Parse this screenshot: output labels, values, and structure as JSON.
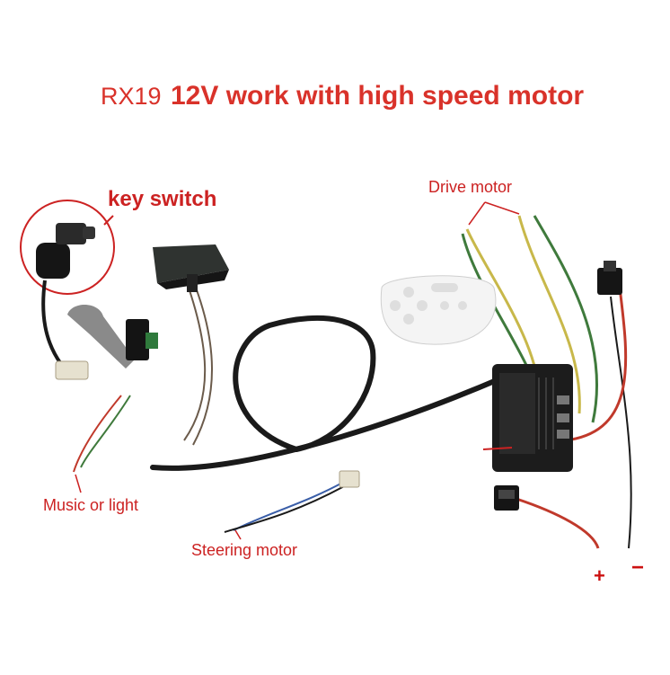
{
  "title": {
    "model": "RX19",
    "description": "12V work with high speed  motor"
  },
  "labels": {
    "key_switch": "key switch",
    "drive_motor": "Drive motor",
    "music_or_light": "Music or light",
    "steering_motor": "Steering motor",
    "positive": "+",
    "negative": "−"
  },
  "colors": {
    "label_red": "#cc2222",
    "cable_black": "#1a1a1a",
    "wire_green": "#3f7a3c",
    "wire_yellow": "#c8b84a",
    "wire_red": "#c0392b",
    "wire_blue": "#3a5ea8"
  }
}
